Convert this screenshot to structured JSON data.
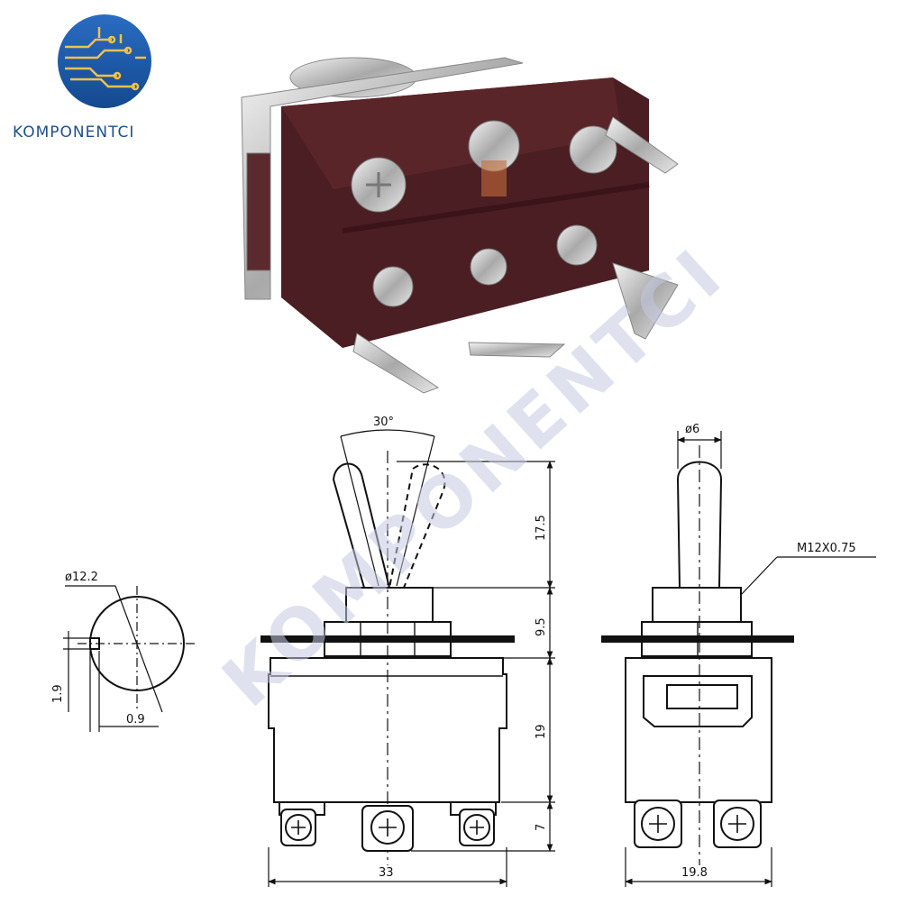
{
  "brand": {
    "logo_text": "KOMPONENTCI",
    "watermark_text": "KOMPONENTCI",
    "primary_color": "#1b58a6",
    "text_color": "#1f4f8f"
  },
  "photo": {
    "body_color": "#4a1e22",
    "metal_color": "#c9c9c9",
    "terminal_count": 6
  },
  "drawing": {
    "angle_label": "30°",
    "handle_diameter": "ø6",
    "thread_spec": "M12X0.75",
    "panel_hole_diameter": "ø12.2",
    "key_height": "1.9",
    "key_width": "0.9",
    "handle_length": "17.5",
    "bushing_height": "9.5",
    "body_height": "19",
    "terminal_height": "7",
    "body_width": "33",
    "body_depth": "19.8"
  }
}
